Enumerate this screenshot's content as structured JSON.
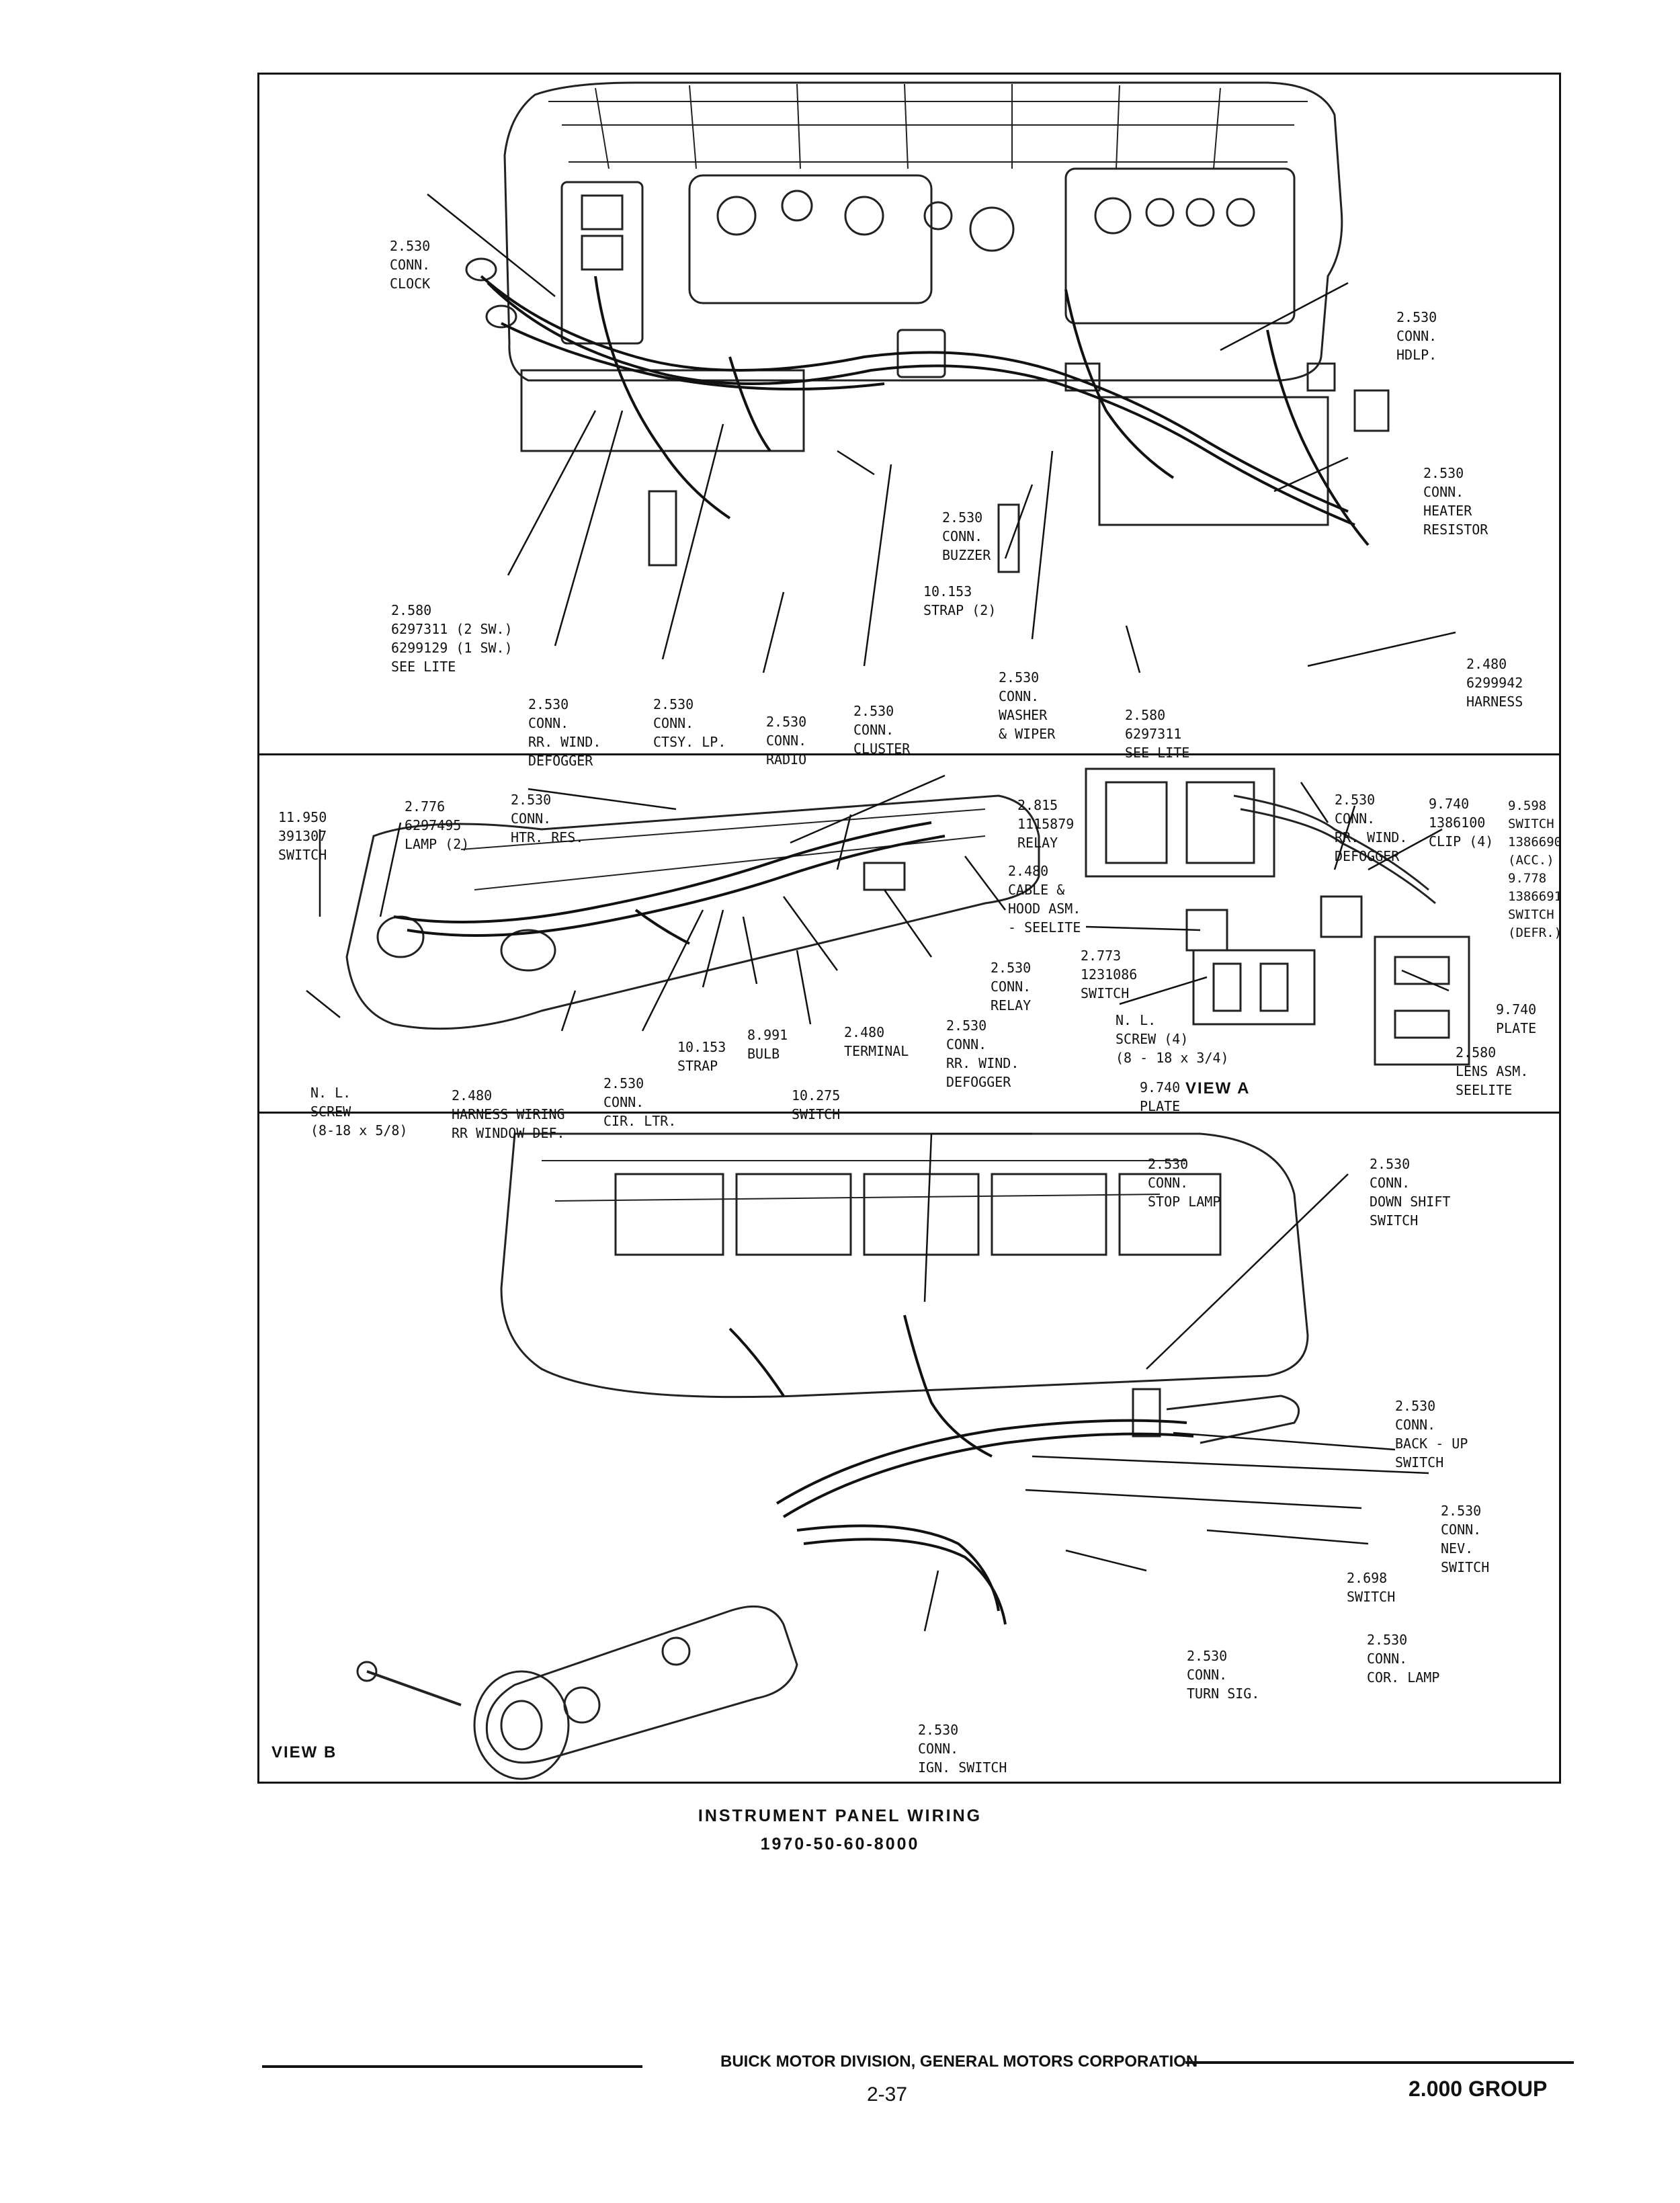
{
  "panels": {
    "top": {
      "labels": [
        {
          "id": "clock",
          "lines": [
            "2.530",
            "CONN.",
            "CLOCK"
          ]
        },
        {
          "id": "hdlp",
          "lines": [
            "2.530",
            "CONN.",
            "HDLP."
          ]
        },
        {
          "id": "heater",
          "lines": [
            "2.530",
            "CONN.",
            "HEATER",
            "RESISTOR"
          ]
        },
        {
          "id": "buzzer",
          "lines": [
            "2.530",
            "CONN.",
            "BUZZER"
          ]
        },
        {
          "id": "strap",
          "lines": [
            "10.153",
            "STRAP (2)"
          ]
        },
        {
          "id": "harness",
          "lines": [
            "2.480",
            "6299942",
            "HARNESS"
          ]
        },
        {
          "id": "lite",
          "lines": [
            "2.580",
            "6297311 (2 SW.)",
            "6299129 (1 SW.)",
            "SEE LITE"
          ]
        },
        {
          "id": "rrwind",
          "lines": [
            "2.530",
            "CONN.",
            "RR. WIND.",
            "DEFOGGER"
          ]
        },
        {
          "id": "ctsy",
          "lines": [
            "2.530",
            "CONN.",
            "CTSY. LP."
          ]
        },
        {
          "id": "radio",
          "lines": [
            "2.530",
            "CONN.",
            "RADIO"
          ]
        },
        {
          "id": "cluster",
          "lines": [
            "2.530",
            "CONN.",
            "CLUSTER"
          ]
        },
        {
          "id": "washer",
          "lines": [
            "2.530",
            "CONN.",
            "WASHER",
            "& WIPER"
          ]
        },
        {
          "id": "seelite2",
          "lines": [
            "2.580",
            "6297311",
            "SEE LITE"
          ]
        }
      ]
    },
    "middle": {
      "labels": [
        {
          "id": "sw11950",
          "lines": [
            "11.950",
            "391307",
            "SWITCH"
          ]
        },
        {
          "id": "lamp2776",
          "lines": [
            "2.776",
            "6297495",
            "LAMP (2)"
          ]
        },
        {
          "id": "htrres",
          "lines": [
            "2.530",
            "CONN.",
            "HTR. RES."
          ]
        },
        {
          "id": "relay2815",
          "lines": [
            "2.815",
            "1115879",
            "RELAY"
          ]
        },
        {
          "id": "cable",
          "lines": [
            "2.480",
            "CABLE &",
            "HOOD ASM.",
            "- SEELITE"
          ]
        },
        {
          "id": "connrelay",
          "lines": [
            "2.530",
            "CONN.",
            "RELAY"
          ]
        },
        {
          "id": "rrwind2",
          "lines": [
            "2.530",
            "CONN.",
            "RR. WIND.",
            "DEFOGGER"
          ]
        },
        {
          "id": "terminal",
          "lines": [
            "2.480",
            "TERMINAL"
          ]
        },
        {
          "id": "bulb",
          "lines": [
            "8.991",
            "BULB"
          ]
        },
        {
          "id": "strap2",
          "lines": [
            "10.153",
            "STRAP"
          ]
        },
        {
          "id": "sw10275",
          "lines": [
            "10.275",
            "SWITCH"
          ]
        },
        {
          "id": "cirltr",
          "lines": [
            "2.530",
            "CONN.",
            "CIR. LTR."
          ]
        },
        {
          "id": "harnesswiring",
          "lines": [
            "2.480",
            "HARNESS WIRING",
            "RR WINDOW DEF."
          ]
        },
        {
          "id": "nlscrew",
          "lines": [
            "N. L.",
            "SCREW",
            "(8-18 x 5/8)"
          ]
        },
        {
          "id": "rrwind3",
          "lines": [
            "2.530",
            "CONN.",
            "RR. WIND.",
            "DEFOGGER"
          ]
        },
        {
          "id": "clip",
          "lines": [
            "9.740",
            "1386100",
            "CLIP (4)"
          ]
        },
        {
          "id": "sw9598",
          "lines": [
            "9.598",
            "SWITCH",
            "1386690",
            "(ACC.)",
            "9.778",
            "1386691",
            "SWITCH",
            "(DEFR.)"
          ]
        },
        {
          "id": "sw2773",
          "lines": [
            "2.773",
            "1231086",
            "SWITCH"
          ]
        },
        {
          "id": "nlscrew4",
          "lines": [
            "N. L.",
            "SCREW (4)",
            "(8 - 18 x 3/4)"
          ]
        },
        {
          "id": "plate1",
          "lines": [
            "9.740",
            "PLATE"
          ]
        },
        {
          "id": "plate2",
          "lines": [
            "9.740",
            "PLATE"
          ]
        },
        {
          "id": "lens",
          "lines": [
            "2.580",
            "LENS ASM.",
            "SEELITE"
          ]
        }
      ],
      "view_label": "VIEW A"
    },
    "bottom": {
      "labels": [
        {
          "id": "stoplamp",
          "lines": [
            "2.530",
            "CONN.",
            "STOP LAMP"
          ]
        },
        {
          "id": "downshift",
          "lines": [
            "2.530",
            "CONN.",
            "DOWN SHIFT",
            "SWITCH"
          ]
        },
        {
          "id": "backup",
          "lines": [
            "2.530",
            "CONN.",
            "BACK - UP",
            "SWITCH"
          ]
        },
        {
          "id": "nev",
          "lines": [
            "2.530",
            "CONN.",
            "NEV.",
            "SWITCH"
          ]
        },
        {
          "id": "sw2698",
          "lines": [
            "2.698",
            "SWITCH"
          ]
        },
        {
          "id": "corlamp",
          "lines": [
            "2.530",
            "CONN.",
            "COR. LAMP"
          ]
        },
        {
          "id": "turnsig",
          "lines": [
            "2.530",
            "CONN.",
            "TURN SIG."
          ]
        },
        {
          "id": "ign",
          "lines": [
            "2.530",
            "CONN.",
            "IGN. SWITCH"
          ]
        }
      ],
      "view_label": "VIEW B"
    }
  },
  "caption": {
    "title": "INSTRUMENT PANEL WIRING",
    "code": "1970-50-60-8000"
  },
  "footer": {
    "division": "BUICK MOTOR DIVISION, GENERAL MOTORS CORPORATION",
    "page": "2-37",
    "group": "2.000 GROUP"
  }
}
